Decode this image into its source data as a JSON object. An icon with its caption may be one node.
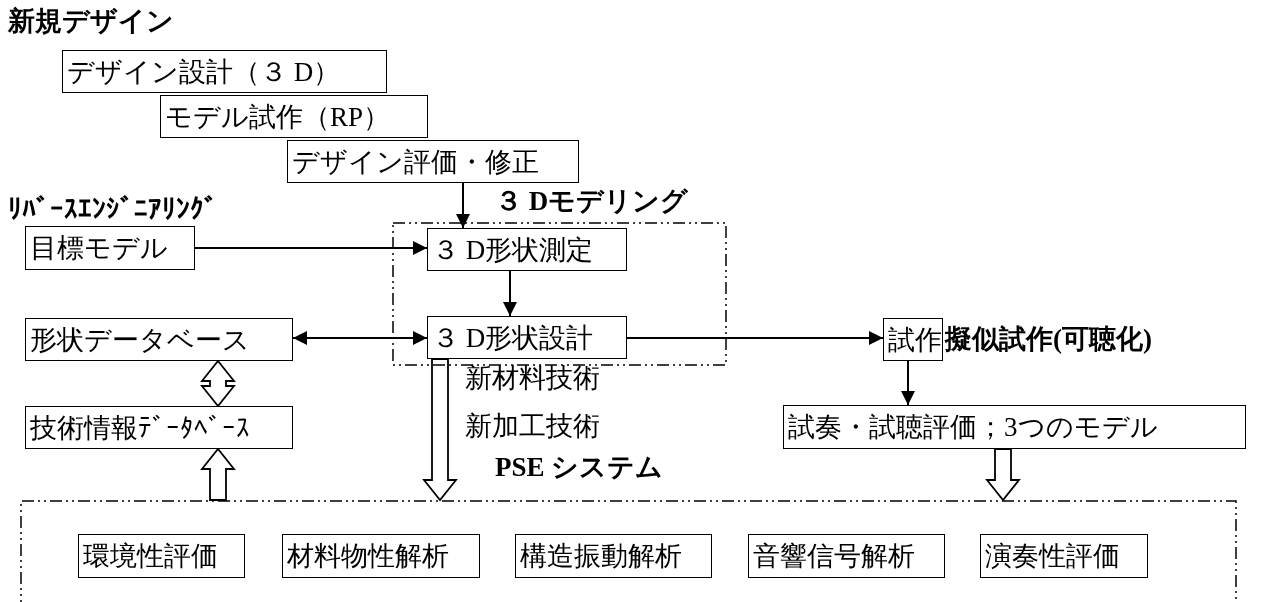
{
  "diagram": {
    "nodes": [
      {
        "text": [
          "デザイン設計（３ D）"
        ]
      },
      {
        "text": [
          "モデル試作（RP）"
        ]
      },
      {
        "text": [
          "デザイン評価・修正"
        ]
      },
      {
        "text": [
          "３ Dモデリング"
        ]
      },
      {
        "text": [
          "目標モデル"
        ]
      },
      {
        "text": [
          "３ D形状測定"
        ],
        "in": 3
      },
      {
        "text": [
          "３ D形状設計"
        ],
        "in": 3
      },
      {
        "text": [
          "形状データベース"
        ]
      },
      {
        "text": [
          "技術情報ﾃﾞｰﾀﾍﾞｰｽ"
        ]
      },
      {
        "text": [
          "試作"
        ],
        "beside": [
          "擬似試作(可聴化)"
        ]
      },
      {
        "text": [
          "試奏・試聴評価；3つのモデル"
        ]
      },
      {
        "text": [
          "PSE システム"
        ]
      },
      {
        "text": [
          "環境性評価"
        ],
        "in": 11
      },
      {
        "text": [
          "材料物性解析"
        ],
        "in": 11
      },
      {
        "text": [
          "構造振動解析"
        ],
        "in": 11
      },
      {
        "text": [
          "音響信号解析"
        ],
        "in": 11
      },
      {
        "text": [
          "演奏性評価"
        ],
        "in": 11
      }
    ],
    "edges": [
      {
        "from": 2,
        "to": 5,
        "arrow": "to"
      },
      {
        "from": 4,
        "to": 5,
        "arrow": "to"
      },
      {
        "from": 5,
        "to": 6,
        "arrow": "to"
      },
      {
        "from": 7,
        "to": 6,
        "arrow": "both"
      },
      {
        "from": 6,
        "to": 9,
        "arrow": "to"
      },
      {
        "from": 9,
        "to": 10,
        "arrow": "to"
      },
      {
        "from": 7,
        "to": 8,
        "arrow": "both",
        "style": "thick"
      },
      {
        "from": 6,
        "to": 11,
        "arrow": "to",
        "style": "thick"
      },
      {
        "from": 11,
        "to": 8,
        "arrow": "to",
        "style": "thick"
      },
      {
        "from": 10,
        "to": 11,
        "arrow": "to",
        "style": "thick"
      }
    ],
    "labels": [
      "新規デザイン",
      "ﾘﾊﾞｰｽｴﾝｼﾞﾆｱﾘﾝｸﾞ",
      "新材料技術",
      "新加工技術"
    ]
  }
}
